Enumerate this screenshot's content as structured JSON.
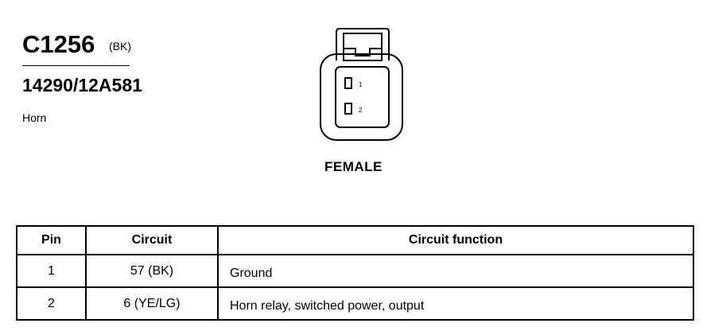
{
  "connector": {
    "id": "C1256",
    "color_code": "(BK)",
    "part_number": "14290/12A581",
    "description": "Horn",
    "gender": "FEMALE",
    "pins": [
      {
        "label": "1"
      },
      {
        "label": "2"
      }
    ]
  },
  "pinout_table": {
    "headers": [
      "Pin",
      "Circuit",
      "Circuit function"
    ],
    "rows": [
      {
        "pin": "1",
        "circuit": "57 (BK)",
        "function": "Ground"
      },
      {
        "pin": "2",
        "circuit": "6 (YE/LG)",
        "function": "Horn relay, switched power, output"
      }
    ]
  }
}
